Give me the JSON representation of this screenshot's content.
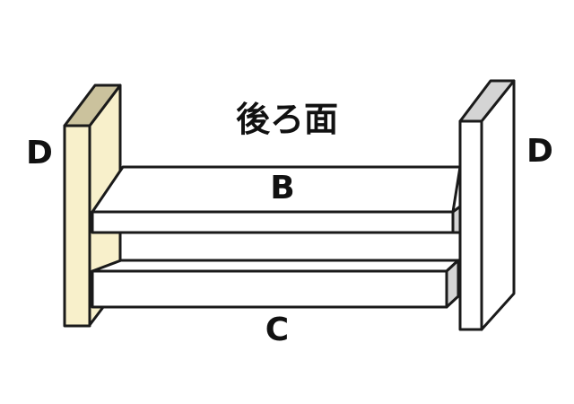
{
  "diagram": {
    "title": "後ろ面",
    "labels": {
      "left_panel": "D",
      "right_panel": "D",
      "top_board": "B",
      "bottom_board": "C"
    },
    "colors": {
      "background": "#ffffff",
      "outline": "#1a1a1a",
      "panel_cream": "#f8f0cb",
      "panel_cream_top": "#cbc29d",
      "panel_gray_top": "#d4d4d4",
      "board_white": "#ffffff",
      "end_cap_gray": "#d5d5d5"
    }
  }
}
